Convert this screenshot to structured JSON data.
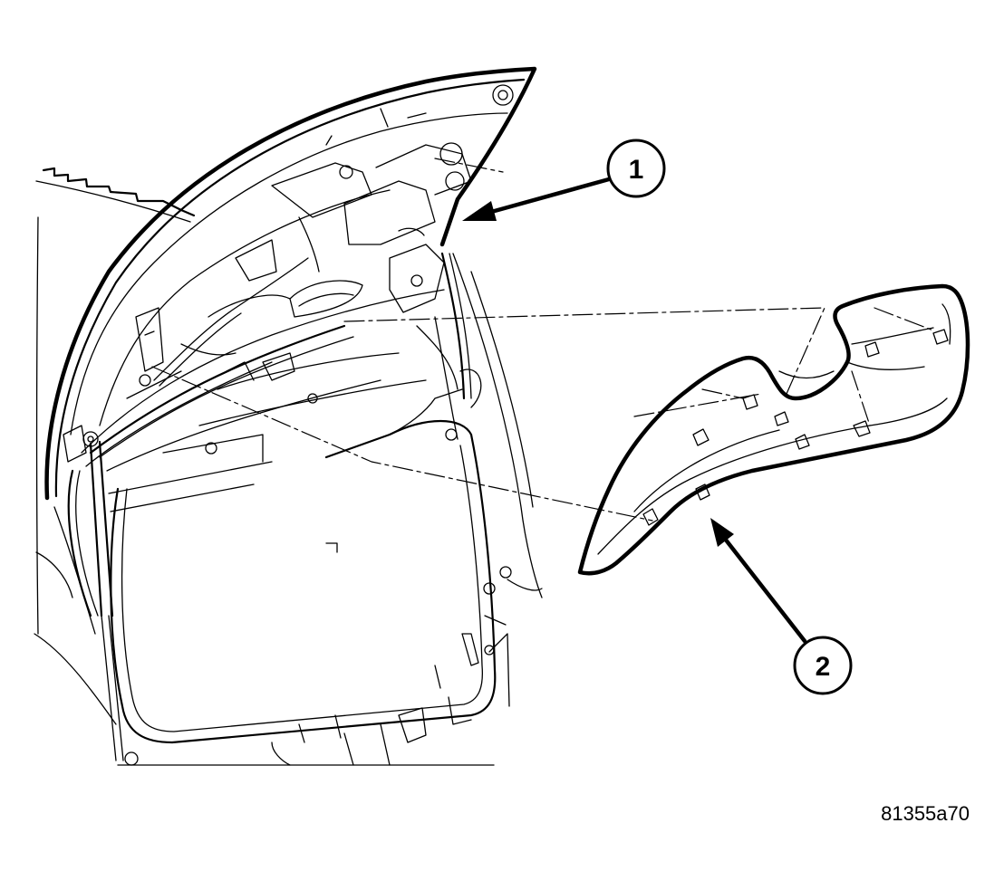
{
  "callouts": [
    {
      "number": "1"
    },
    {
      "number": "2"
    }
  ],
  "figure_id": "81355a70",
  "colors": {
    "ink": "#000000",
    "paper": "#ffffff"
  }
}
